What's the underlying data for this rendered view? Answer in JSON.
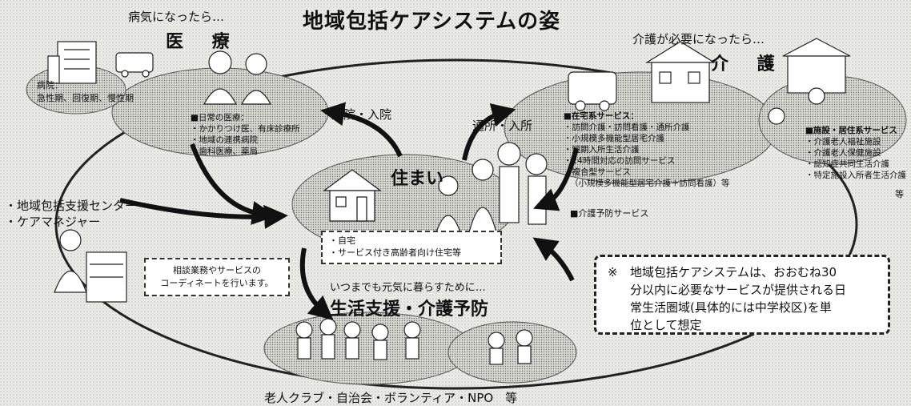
{
  "title": "地域包括ケアシステムの姿",
  "medical": {
    "trigger": "病気になったら…",
    "heading": "医 療",
    "hospital": "病院：",
    "hospital_types": "急性期、回復期、慢性期",
    "items": [
      "■日常の医療：",
      "・かかりつけ医、有床診療所",
      "・地域の連携病院",
      "・歯科医療、薬局"
    ]
  },
  "care": {
    "trigger": "介護が必要になったら…",
    "heading": "介 護",
    "home_services_title": "■在宅系サービス：",
    "home_services": [
      "・訪問介護・訪問看護・通所介護",
      "・小規模多機能型居宅介護",
      "・短期入所生活介護",
      "・24時間対応の訪問サービス",
      "・複合型サービス",
      "（小規模多機能型居宅介護＋訪問看護）等"
    ],
    "prevention": "■介護予防サービス",
    "facility_title": "■施設・居住系サービス",
    "facility_services": [
      "・介護老人福祉施設",
      "・介護老人保健施設",
      "・認知症共同生活介護",
      "・特定施設入所者生活介護"
    ],
    "facility_etc": "等"
  },
  "housing": {
    "heading": "住まい",
    "items": [
      "・自宅",
      "・サービス付き高齢者向け住宅等"
    ]
  },
  "flows": {
    "visit_hospital": "通院・入院",
    "visit_care": "通所・入所"
  },
  "support_center": {
    "line1": "・地域包括支援センター",
    "line2": "・ケアマネジャー",
    "box_line1": "相談業務やサービスの",
    "box_line2": "コーディネートを行います。"
  },
  "life_support": {
    "trigger": "いつまでも元気に暮らすために…",
    "heading": "生活支援・介護予防",
    "groups": "老人クラブ・自治会・ボランティア・NPO　等"
  },
  "note": {
    "mark": "※",
    "text_lines": [
      "地域包括ケアシステムは、おおむね30",
      "分以内に必要なサービスが提供される日",
      "常生活圏域(具体的には中学校区)を単",
      "位として想定"
    ]
  }
}
